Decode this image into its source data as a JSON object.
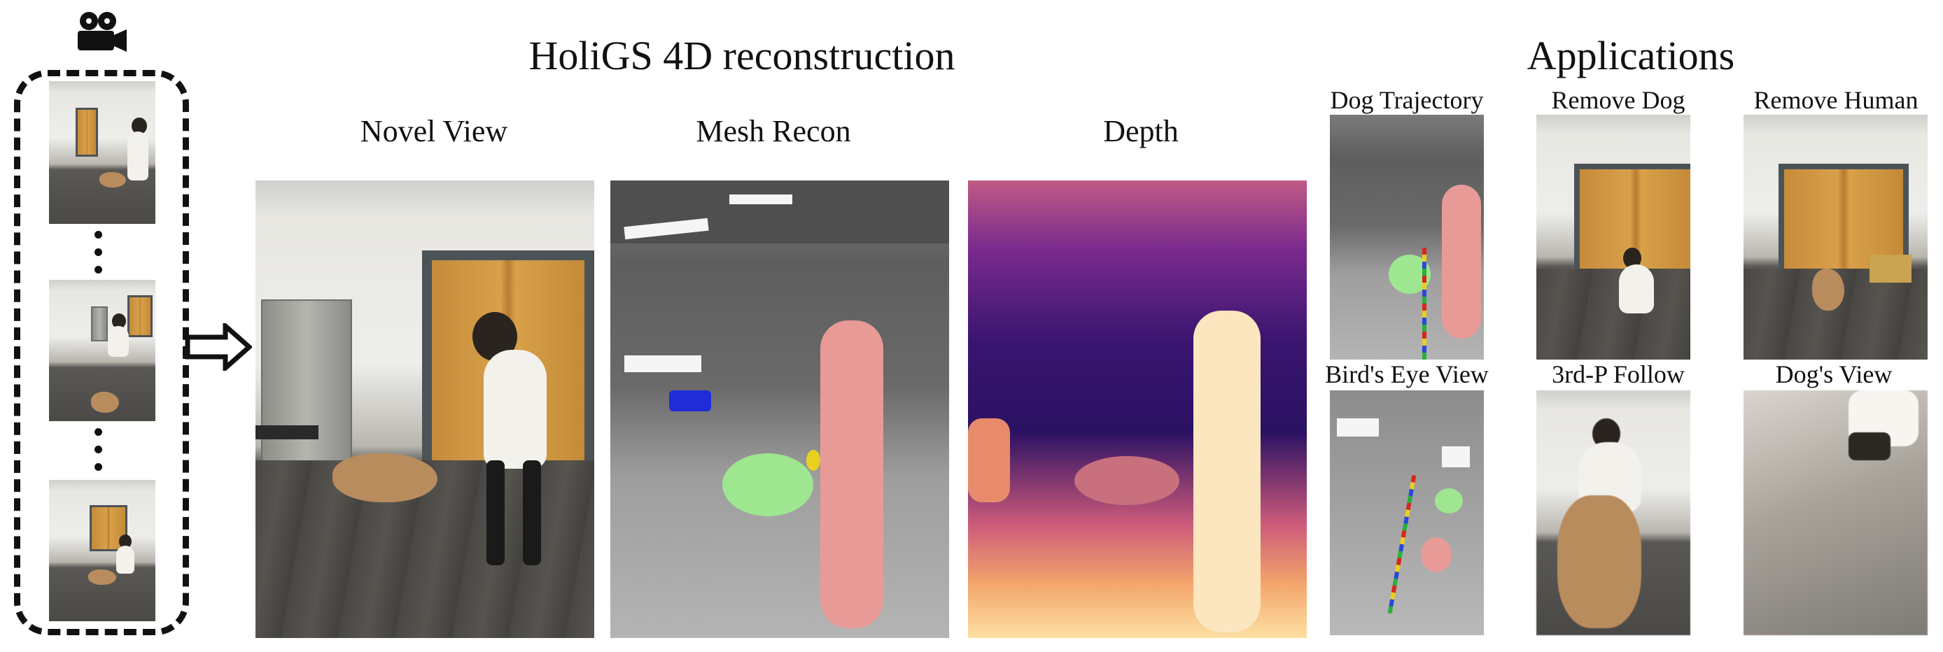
{
  "title_main": "HoliGS 4D reconstruction",
  "title_applications": "Applications",
  "main_panels": [
    {
      "label": "Novel View"
    },
    {
      "label": "Mesh  Recon"
    },
    {
      "label": "Depth"
    }
  ],
  "application_panels": [
    {
      "label": "Dog Trajectory"
    },
    {
      "label": "Remove Dog"
    },
    {
      "label": "Remove Human"
    },
    {
      "label": "Bird's Eye View"
    },
    {
      "label": "3rd-P Follow"
    },
    {
      "label": "Dog's View"
    }
  ],
  "icons": {
    "camera": "movie-camera-icon",
    "arrow": "double-right-arrow-icon"
  },
  "colors": {
    "human_mesh": "#e89a97",
    "dog_mesh": "#9fe690",
    "object_mesh": "#1f2cd8"
  }
}
